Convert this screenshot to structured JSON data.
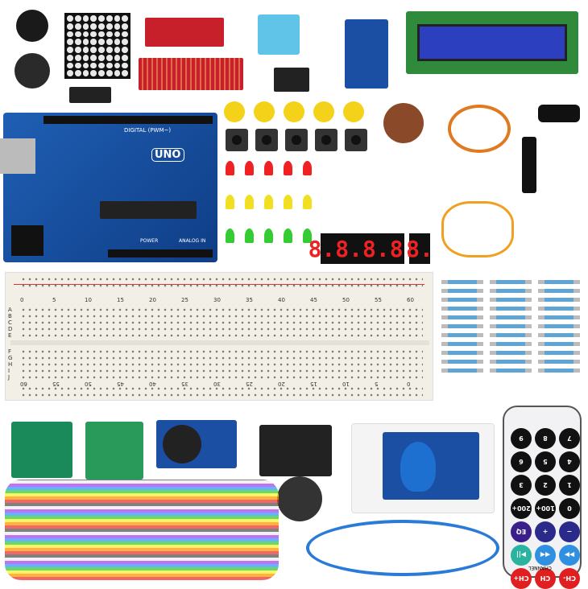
{
  "board": {
    "model": "UNO",
    "header_label": "DIGITAL (PWM~)",
    "power_label": "POWER",
    "analog_label": "ANALOG IN"
  },
  "display": {
    "four_digit": "8.8.8.8.",
    "single_digit": "8."
  },
  "breadboard": {
    "top_numbers": [
      "0",
      "5",
      "10",
      "15",
      "20",
      "25",
      "30",
      "35",
      "40",
      "45",
      "50",
      "55",
      "60"
    ],
    "bottom_numbers": [
      "60",
      "55",
      "50",
      "45",
      "40",
      "35",
      "30",
      "25",
      "20",
      "15",
      "10",
      "5",
      "0"
    ],
    "row_letters_top": [
      "A",
      "B",
      "C",
      "D",
      "E"
    ],
    "row_letters_bottom": [
      "F",
      "G",
      "H",
      "I",
      "J"
    ]
  },
  "remote": {
    "rows": [
      [
        {
          "label": "9",
          "color": "#111111"
        },
        {
          "label": "8",
          "color": "#111111"
        },
        {
          "label": "7",
          "color": "#111111"
        }
      ],
      [
        {
          "label": "6",
          "color": "#111111"
        },
        {
          "label": "5",
          "color": "#111111"
        },
        {
          "label": "4",
          "color": "#111111"
        }
      ],
      [
        {
          "label": "3",
          "color": "#111111"
        },
        {
          "label": "2",
          "color": "#111111"
        },
        {
          "label": "1",
          "color": "#111111"
        }
      ],
      [
        {
          "label": "200+",
          "color": "#111111"
        },
        {
          "label": "100+",
          "color": "#111111"
        },
        {
          "label": "0",
          "color": "#111111"
        }
      ],
      [
        {
          "label": "EQ",
          "color": "#3a1f8a"
        },
        {
          "label": "+",
          "color": "#2a2a8a"
        },
        {
          "label": "−",
          "color": "#2a2a8a"
        }
      ],
      [
        {
          "label": "▶||",
          "color": "#2bb3a0"
        },
        {
          "label": "◀◀",
          "color": "#2f8fe0"
        },
        {
          "label": "▶▶",
          "color": "#2f8fe0"
        }
      ],
      [
        {
          "label": "CH+",
          "color": "#e02020"
        },
        {
          "label": "CH",
          "color": "#e02020"
        },
        {
          "label": "CH-",
          "color": "#e02020"
        }
      ]
    ],
    "footer": "CHANNEL"
  }
}
